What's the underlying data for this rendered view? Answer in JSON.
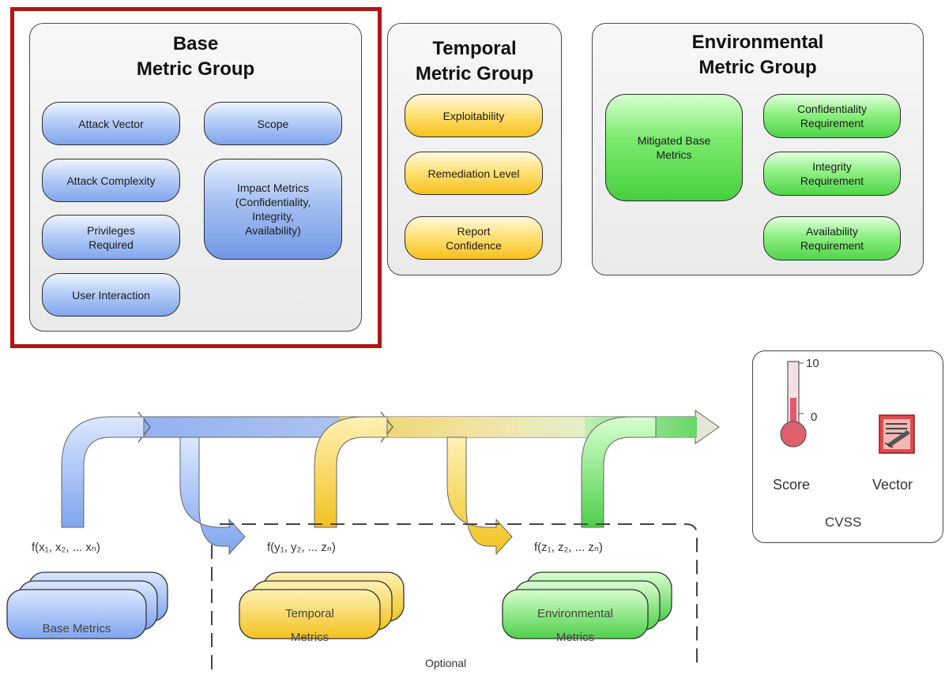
{
  "groups": {
    "base": {
      "title_line1": "Base",
      "title_line2": "Metric Group",
      "items": {
        "attack_vector": "Attack Vector",
        "scope": "Scope",
        "attack_complexity": "Attack Complexity",
        "impact_metrics": [
          "Impact Metrics",
          "(Confidentiality,",
          "Integrity,",
          "Availability)"
        ],
        "privileges_required": [
          "Privileges",
          "Required"
        ],
        "user_interaction": "User Interaction"
      }
    },
    "temporal": {
      "title_line1": "Temporal",
      "title_line2": "Metric Group",
      "items": {
        "exploitability": "Exploitability",
        "remediation_level": "Remediation Level",
        "report_confidence": [
          "Report",
          "Confidence"
        ]
      }
    },
    "environmental": {
      "title_line1": "Environmental",
      "title_line2": "Metric Group",
      "items": {
        "mitigated_base_metrics": [
          "Mitigated Base",
          "Metrics"
        ],
        "confidentiality_requirement": [
          "Confidentiality",
          "Requirement"
        ],
        "integrity_requirement": [
          "Integrity",
          "Requirement"
        ],
        "availability_requirement": [
          "Availability",
          "Requirement"
        ]
      }
    }
  },
  "flow": {
    "base_function": "f(x₁, x₂, ... xₙ)",
    "temporal_function": "f(y₁, y₂, ... zₙ)",
    "environmental_function": "f(z₁, z₂, ... zₙ)",
    "base_metrics_label": "Base Metrics",
    "temporal_metrics_label": [
      "Temporal",
      "Metrics"
    ],
    "environmental_metrics_label": [
      "Environmental",
      "Metrics"
    ],
    "optional_label": "Optional"
  },
  "cvss": {
    "scale_max": "10",
    "scale_min": "0",
    "score_label": "Score",
    "vector_label": "Vector",
    "title": "CVSS"
  },
  "colors": {
    "highlight_border": "#b01515",
    "base_blue": "#7fa6ec",
    "temporal_yellow": "#f7c11c",
    "environmental_green": "#4fd449"
  }
}
